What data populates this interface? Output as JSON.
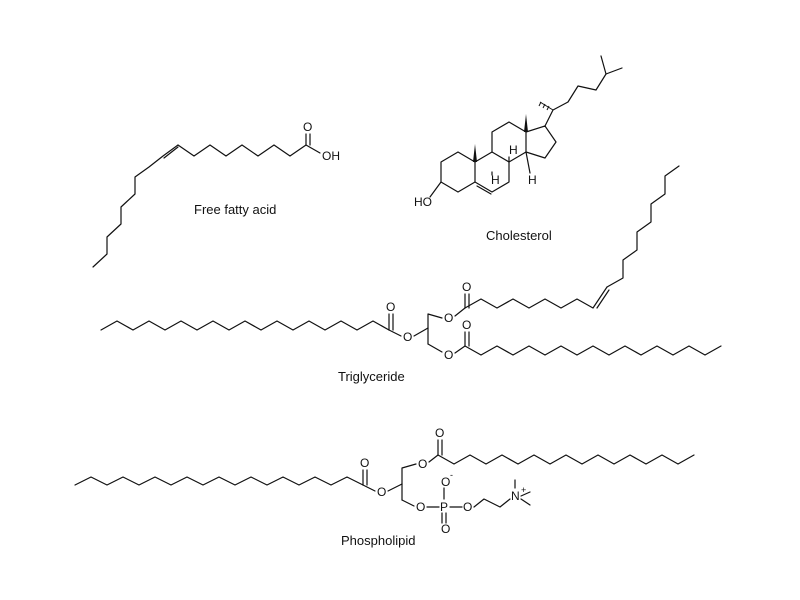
{
  "captions": {
    "ffa": "Free fatty acid",
    "chol": "Cholesterol",
    "tg": "Triglyceride",
    "pl": "Phospholipid"
  },
  "atoms": {
    "oxygen": "O",
    "hydroxyl": "OH",
    "hydroxyl_left": "HO",
    "hydrogen": "H",
    "phosphorus": "P",
    "nitrogen": "N",
    "plus": "+",
    "minus": "-"
  }
}
